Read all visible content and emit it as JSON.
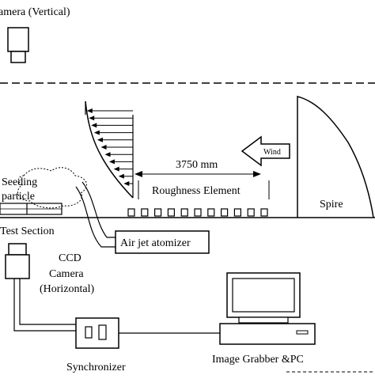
{
  "labels": {
    "camera_vertical": "amera (Vertical)",
    "seeding_line1": "Seeding",
    "seeding_line2": "particle",
    "test_section": "Test Section",
    "ccd_line1": "CCD",
    "ccd_line2": "Camera",
    "ccd_line3": "(Horizontal)",
    "wind": "Wind",
    "distance": "3750 mm",
    "roughness": "Roughness Element",
    "spire": "Spire",
    "air_jet": "Air jet atomizer",
    "image_grabber": "Image Grabber &PC",
    "synchronizer": "Synchronizer"
  },
  "counts": {
    "velocity_arrows": 11,
    "roughness_blocks": 11
  }
}
